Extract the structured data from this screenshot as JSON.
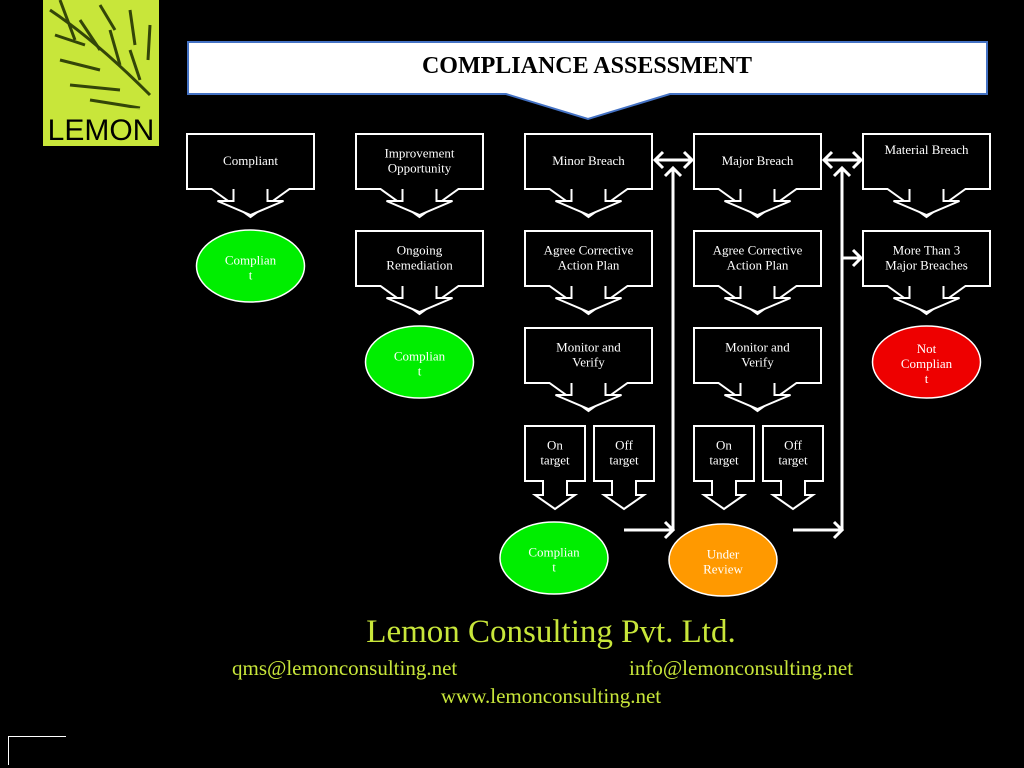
{
  "title": "COMPLIANCE ASSESSMENT",
  "logo": {
    "text": "LEMON",
    "leaf_color": "#c8e63a"
  },
  "colors": {
    "compliant": "#00ee00",
    "not_compliant": "#ee0000",
    "under_review": "#ff9900",
    "accent": "#c8e63a"
  },
  "columns": {
    "compliant": {
      "header": [
        "Compliant"
      ],
      "outcome": [
        "Complian",
        "t"
      ]
    },
    "improvement": {
      "header": [
        "Improvement",
        "Opportunity"
      ],
      "step1": [
        "Ongoing",
        "Remediation"
      ],
      "outcome": [
        "Complian",
        "t"
      ]
    },
    "minor": {
      "header": [
        "Minor Breach"
      ],
      "step1": [
        "Agree Corrective",
        "Action Plan"
      ],
      "step2": [
        "Monitor and",
        "Verify"
      ],
      "on_target": [
        "On",
        "target"
      ],
      "off_target": [
        "Off",
        "target"
      ],
      "outcome": [
        "Complian",
        "t"
      ]
    },
    "major": {
      "header": [
        "Major Breach"
      ],
      "step1": [
        "Agree Corrective",
        "Action Plan"
      ],
      "step2": [
        "Monitor and",
        "Verify"
      ],
      "on_target": [
        "On",
        "target"
      ],
      "off_target": [
        "Off",
        "target"
      ],
      "outcome": [
        "Under",
        "Review"
      ]
    },
    "material": {
      "header": [
        "Material Breach"
      ],
      "step1": [
        "More Than 3",
        "Major Breaches"
      ],
      "outcome": [
        "Not",
        "Complian",
        "t"
      ]
    }
  },
  "footer": {
    "company": "Lemon Consulting Pvt. Ltd.",
    "email_left": "qms@lemonconsulting.net",
    "email_right": "info@lemonconsulting.net",
    "website": "www.lemonconsulting.net"
  }
}
